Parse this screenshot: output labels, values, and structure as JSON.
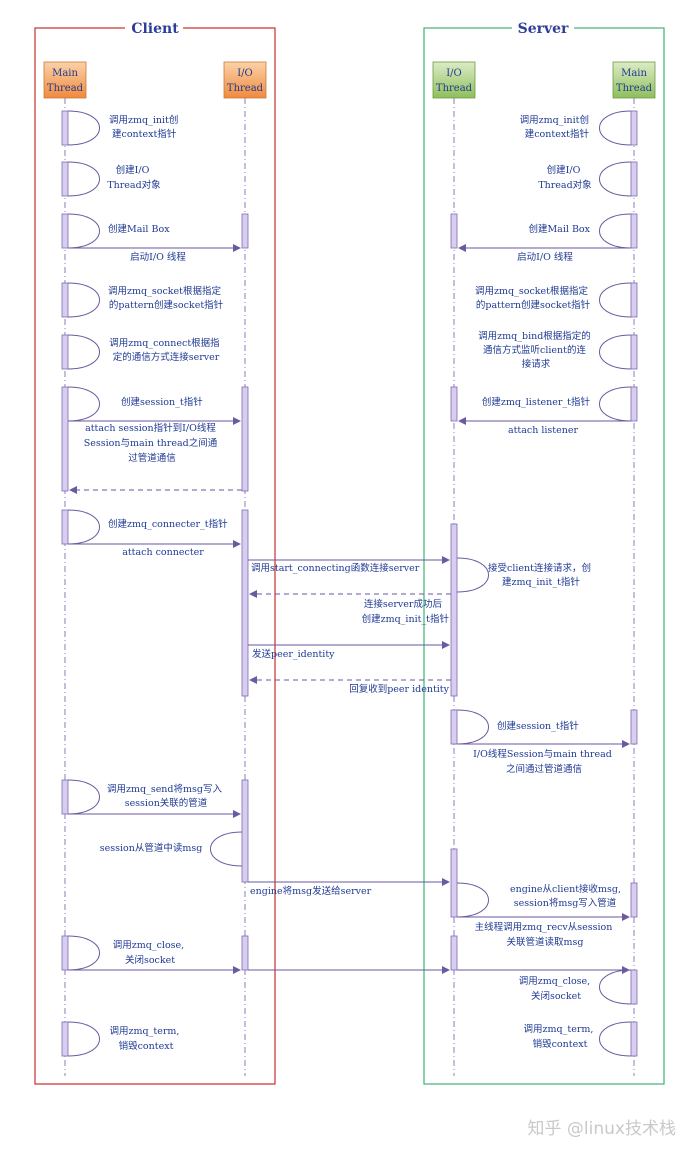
{
  "groups": {
    "client": "Client",
    "server": "Server"
  },
  "lifelines": {
    "client_main": [
      "Main",
      "Thread"
    ],
    "client_io": [
      "I/O",
      "Thread"
    ],
    "server_io": [
      "I/O",
      "Thread"
    ],
    "server_main": [
      "Main",
      "Thread"
    ]
  },
  "labels": {
    "c_zmq_init": [
      "调用zmq_init创",
      "建context指针"
    ],
    "s_zmq_init": [
      "调用zmq_init创",
      "建context指针"
    ],
    "c_create_io": [
      "创建I/O",
      "Thread对象"
    ],
    "s_create_io": [
      "创建I/O",
      "Thread对象"
    ],
    "c_mailbox": [
      "创建Mail Box"
    ],
    "s_mailbox": [
      "创建Mail Box"
    ],
    "c_start_io": [
      "启动I/O 线程"
    ],
    "s_start_io": [
      "启动I/O 线程"
    ],
    "c_zmq_socket": [
      "调用zmq_socket根据指定",
      "的pattern创建socket指针"
    ],
    "s_zmq_socket": [
      "调用zmq_socket根据指定",
      "的pattern创建socket指针"
    ],
    "c_zmq_connect": [
      "调用zmq_connect根据指",
      "定的通信方式连接server"
    ],
    "s_zmq_bind": [
      "调用zmq_bind根据指定的",
      "通信方式监听client的连",
      "接请求"
    ],
    "c_session_t": [
      "创建session_t指针"
    ],
    "s_listener": [
      "创建zmq_listener_t指针"
    ],
    "c_attach_session": [
      "attach session指针到I/O线程",
      "Session与main thread之间通",
      "过管道通信"
    ],
    "s_attach_listener": [
      "attach listener"
    ],
    "c_connecter": [
      "创建zmq_connecter_t指针"
    ],
    "c_attach_connecter": [
      "attach connecter"
    ],
    "call_start_connecting": [
      "调用start_connecting函数连接server"
    ],
    "s_accept": [
      "接受client连接请求，创",
      "建zmq_init_t指针"
    ],
    "connected_reply": [
      "连接server成功后",
      "创建zmq_init_t指针"
    ],
    "send_peer": [
      "发送peer_identity"
    ],
    "reply_peer": [
      "回复收到peer identity"
    ],
    "s_session_t": [
      "创建session_t指针"
    ],
    "s_io_session": [
      "I/O线程Session与main thread",
      "之间通过管道通信"
    ],
    "c_zmq_send": [
      "调用zmq_send将msg写入",
      "session关联的管道"
    ],
    "c_session_read": [
      "session从管道中读msg"
    ],
    "engine_send": [
      "engine将msg发送给server"
    ],
    "s_engine_recv": [
      "engine从client接收msg,",
      "session将msg写入管道"
    ],
    "s_main_recv": [
      "主线程调用zmq_recv从session",
      "关联管道读取msg"
    ],
    "c_zmq_close": [
      "调用zmq_close,",
      "关闭socket"
    ],
    "s_zmq_close": [
      "调用zmq_close,",
      "关闭socket"
    ],
    "c_zmq_term": [
      "调用zmq_term,",
      "销毁context"
    ],
    "s_zmq_term": [
      "调用zmq_term,",
      "销毁context"
    ]
  },
  "watermark": "知乎 @linux技术栈",
  "colors": {
    "client_frame": "#c9302c",
    "server_frame": "#3cb371",
    "orange_head": "#f4a460",
    "green_head": "#b5d68a",
    "lifeline_purple": "#7d6bb0",
    "activation_fill": "#d8cdf0",
    "text_blue": "#1f3a93"
  }
}
